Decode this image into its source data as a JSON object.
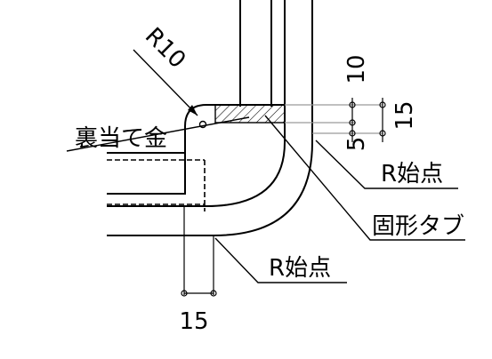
{
  "labels": {
    "radius": "R10",
    "backing_plate": "裏当て金",
    "r_start_right": "R始点",
    "r_start_bottom": "R始点",
    "fixing_tab": "固形タブ"
  },
  "dimensions": {
    "dim_10": "10",
    "dim_15_right": "15",
    "dim_5": "5",
    "dim_15_bottom": "15"
  }
}
